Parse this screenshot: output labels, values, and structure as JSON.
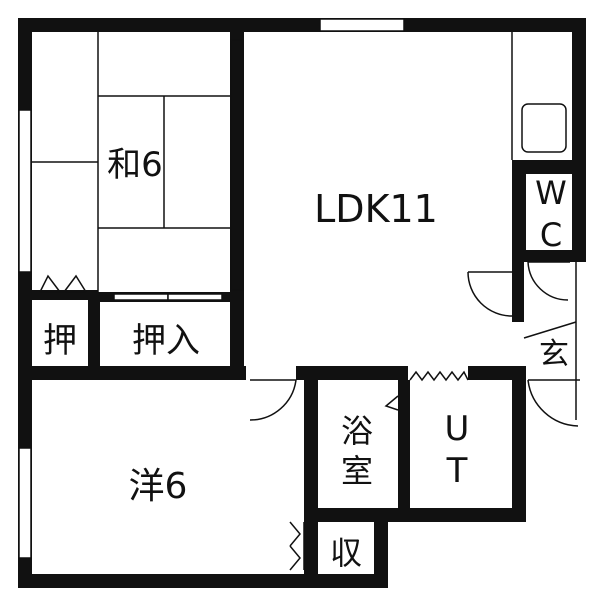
{
  "colors": {
    "wall": "#111111",
    "thin_line": "#111111",
    "background": "#ffffff"
  },
  "rooms": {
    "washitsu": "和6",
    "ldk": "LDK11",
    "oshiire_small": "押",
    "oshiire": "押入",
    "youshitsu": "洋6",
    "yokushitsu_1": "浴",
    "yokushitsu_2": "室",
    "ut_1": "U",
    "ut_2": "T",
    "shuunou": "収",
    "wc_1": "W",
    "wc_2": "C",
    "genkan": "玄"
  },
  "icons": [
    "tatami-mat-lines",
    "kitchen-sink-icon",
    "door-swing-icon",
    "folding-door-icon",
    "window-icon",
    "step-icon"
  ]
}
